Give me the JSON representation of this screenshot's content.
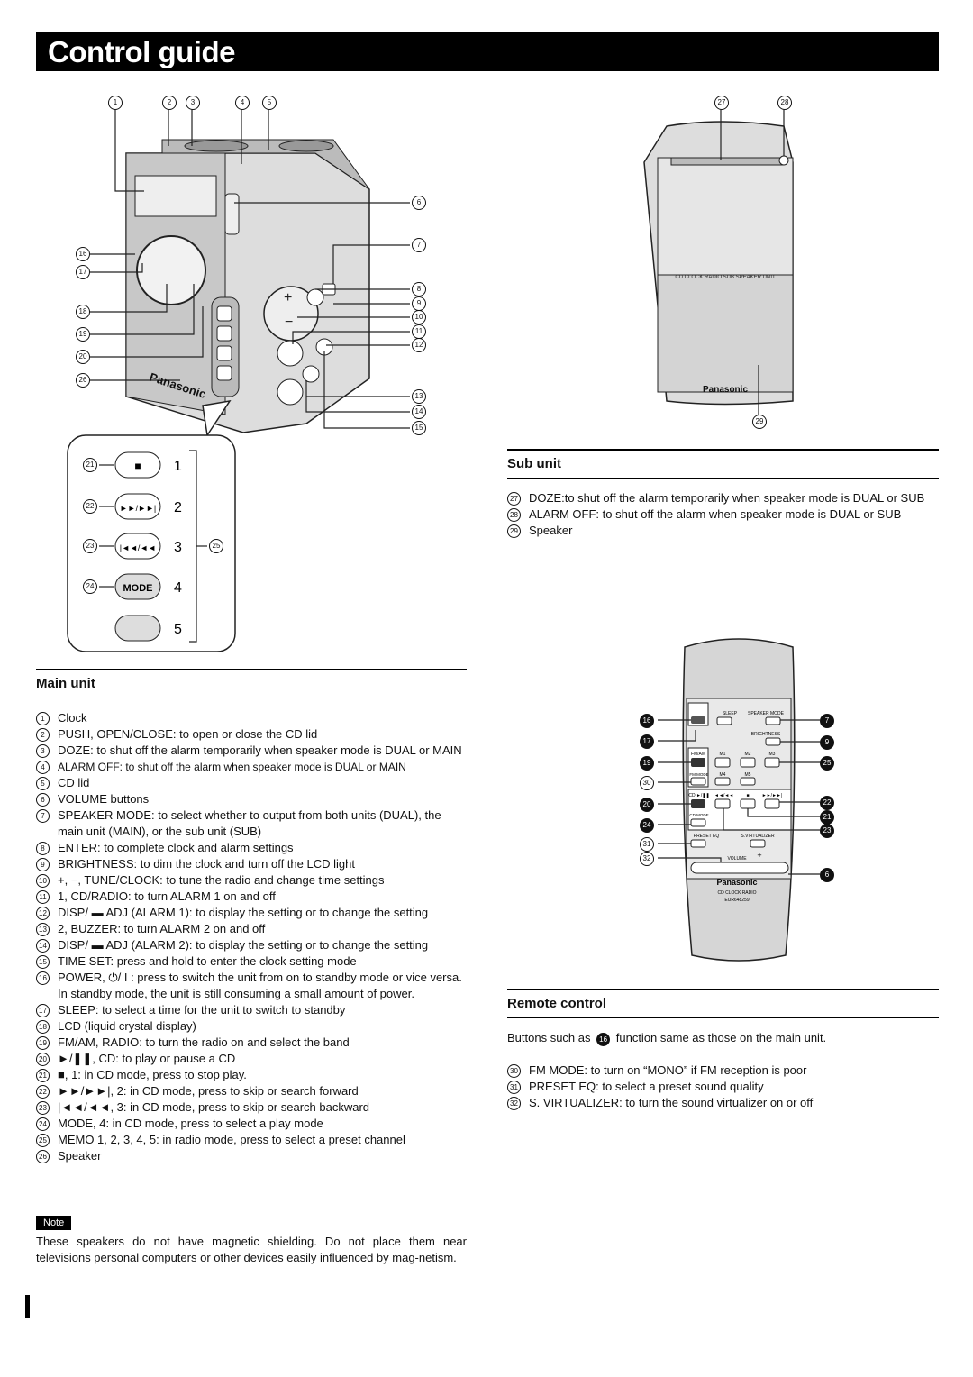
{
  "title": "Control guide",
  "main_unit": {
    "heading": "Main unit",
    "items": [
      {
        "n": "1",
        "text": "Clock"
      },
      {
        "n": "2",
        "text": "PUSH, OPEN/CLOSE: to open or close the CD lid"
      },
      {
        "n": "3",
        "text": "DOZE: to shut off the alarm temporarily when speaker mode is DUAL or MAIN"
      },
      {
        "n": "4",
        "text": "ALARM OFF: to shut off the alarm when speaker mode is DUAL or MAIN"
      },
      {
        "n": "5",
        "text": "CD lid"
      },
      {
        "n": "6",
        "text": "VOLUME buttons"
      },
      {
        "n": "7",
        "text": "SPEAKER MODE: to select whether to output from both units (DUAL), the main unit (MAIN), or the sub unit (SUB)"
      },
      {
        "n": "8",
        "text": "ENTER: to complete clock and alarm settings"
      },
      {
        "n": "9",
        "text": "BRIGHTNESS: to dim the clock and turn off the LCD light"
      },
      {
        "n": "10",
        "text": "+, −, TUNE/CLOCK: to tune the radio and change time settings"
      },
      {
        "n": "11",
        "text": "1, CD/RADIO: to turn ALARM 1 on and off"
      },
      {
        "n": "12",
        "text": "DISP/ ▬ ADJ (ALARM 1): to display the setting or to change the setting"
      },
      {
        "n": "13",
        "text": "2, BUZZER: to turn ALARM 2 on and off"
      },
      {
        "n": "14",
        "text": "DISP/ ▬ ADJ (ALARM 2): to display the setting or to change the setting"
      },
      {
        "n": "15",
        "text": "TIME SET: press and hold to enter the clock setting mode"
      },
      {
        "n": "16",
        "text": "POWER, ⏻/ I : press to switch the unit from on to standby mode or vice versa."
      },
      {
        "n": "",
        "text": "In standby mode, the unit is still consuming a small amount of power."
      },
      {
        "n": "17",
        "text": "SLEEP: to select a time for the unit to switch to standby"
      },
      {
        "n": "18",
        "text": "LCD (liquid crystal display)"
      },
      {
        "n": "19",
        "text": "FM/AM, RADIO: to turn the radio on and select the band"
      },
      {
        "n": "20",
        "text": "►/❚❚, CD: to play or pause a CD"
      },
      {
        "n": "21",
        "text": "■, 1: in CD mode, press to stop play."
      },
      {
        "n": "22",
        "text": "►►/►►|, 2: in CD mode, press to skip or search forward"
      },
      {
        "n": "23",
        "text": "|◄◄/◄◄, 3: in CD mode, press to skip or search backward"
      },
      {
        "n": "24",
        "text": "MODE, 4: in CD mode, press to select a play mode"
      },
      {
        "n": "25",
        "text": "MEMO 1, 2, 3, 4, 5: in radio mode, press to select a preset channel"
      },
      {
        "n": "26",
        "text": "Speaker"
      }
    ]
  },
  "note": {
    "label": "Note",
    "text": "These speakers do not have magnetic shielding. Do not place them near televisions personal computers or other devices easily influenced by mag-netism."
  },
  "sub_unit": {
    "heading": "Sub unit",
    "items": [
      {
        "n": "27",
        "text": "DOZE:to shut off the alarm temporarily when speaker mode is DUAL or SUB"
      },
      {
        "n": "28",
        "text": "ALARM OFF: to shut off the alarm when speaker mode is DUAL or SUB"
      },
      {
        "n": "29",
        "text": "Speaker"
      }
    ]
  },
  "remote_control": {
    "heading": "Remote control",
    "intro_before": "Buttons such as",
    "intro_ref": "16",
    "intro_after": "function same as those on the main unit.",
    "items": [
      {
        "n": "30",
        "text": "FM MODE: to turn on “MONO” if FM reception is poor"
      },
      {
        "n": "31",
        "text": "PRESET EQ: to select a preset sound quality"
      },
      {
        "n": "32",
        "text": "S. VIRTUALIZER: to turn the sound virtualizer on or off"
      }
    ]
  },
  "diagram_labels": {
    "main_top": [
      "1",
      "2",
      "3",
      "4",
      "5"
    ],
    "main_right": [
      "6",
      "7",
      "8",
      "9",
      "10",
      "11",
      "12",
      "13",
      "14",
      "15"
    ],
    "main_left": [
      "16",
      "17",
      "18",
      "19",
      "20",
      "26"
    ],
    "inset_left": [
      "21",
      "22",
      "23",
      "24"
    ],
    "inset_right": "25",
    "inset_numbers": [
      "1",
      "2",
      "3",
      "4",
      "5"
    ],
    "inset_buttons": [
      "■",
      "►►/►►|",
      "|◄◄/◄◄",
      "MODE",
      ""
    ],
    "brand": "Panasonic",
    "sub_top": [
      "27",
      "28"
    ],
    "sub_bottom": "29",
    "sub_panel_label": "CD CLOCK RADIO SUB SPEAKER UNIT",
    "remote_left": [
      "16",
      "17",
      "19",
      "30",
      "20",
      "24",
      "31",
      "32"
    ],
    "remote_right": [
      "7",
      "9",
      "25",
      "22",
      "21",
      "23",
      "6"
    ],
    "remote_button_labels": [
      "SLEEP",
      "SPEAKER MODE",
      "BRIGHTNESS",
      "FM/AM",
      "M1",
      "M2",
      "M3",
      "FM MODE",
      "M4",
      "M5",
      "CD ►/❚❚",
      "|◄◄/◄◄",
      "■",
      "►►/►►|",
      "CD MODE",
      "PRESET EQ",
      "S.VIRTUALIZER",
      "VOLUME",
      "+"
    ],
    "remote_model": "CD CLOCK RADIO",
    "remote_code": "EUR648259"
  }
}
